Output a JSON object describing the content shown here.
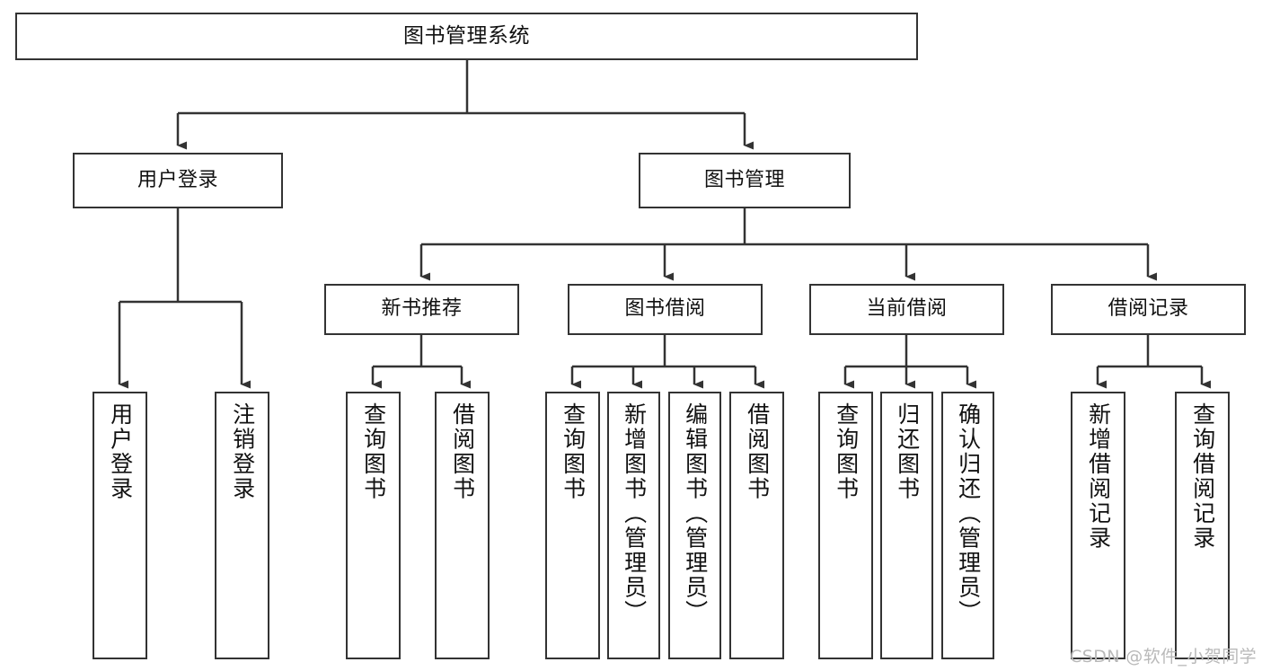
{
  "diagram": {
    "title": "图书管理系统",
    "type": "tree",
    "orientation": "top-down",
    "colors": {
      "box_border": "#333333",
      "box_fill": "#ffffff",
      "connector": "#333333",
      "text": "#111111",
      "watermark": "#b9b9b9"
    },
    "root": {
      "label": "图书管理系统"
    },
    "level2": [
      {
        "label": "用户登录"
      },
      {
        "label": "图书管理"
      }
    ],
    "level3": [
      {
        "label": "新书推荐"
      },
      {
        "label": "图书借阅"
      },
      {
        "label": "当前借阅"
      },
      {
        "label": "借阅记录"
      }
    ],
    "leaves": {
      "user_login": [
        {
          "label": "用户登录"
        },
        {
          "label": "注销登录"
        }
      ],
      "new_book_recommend": [
        {
          "label": "查询图书"
        },
        {
          "label": "借阅图书"
        }
      ],
      "book_borrow": [
        {
          "label": "查询图书"
        },
        {
          "label": "新增图书（管理员）"
        },
        {
          "label": "编辑图书（管理员）"
        },
        {
          "label": "借阅图书"
        }
      ],
      "current_borrow": [
        {
          "label": "查询图书"
        },
        {
          "label": "归还图书"
        },
        {
          "label": "确认归还（管理员）"
        }
      ],
      "borrow_record": [
        {
          "label": "新增借阅记录"
        },
        {
          "label": "查询借阅记录"
        }
      ]
    }
  },
  "watermark": {
    "text": "CSDN @软件_小贺同学"
  }
}
